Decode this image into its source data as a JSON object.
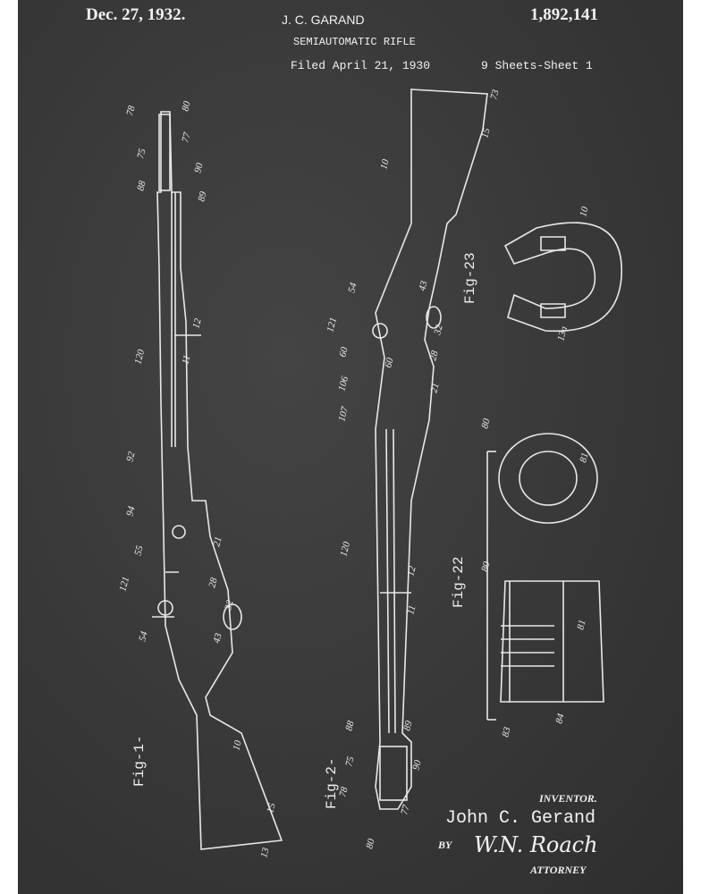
{
  "header": {
    "date": "Dec. 27, 1932.",
    "inventor_name": "J. C. GARAND",
    "patent_number": "1,892,141",
    "title": "SEMIAUTOMATIC RIFLE",
    "filed": "Filed April 21, 1930",
    "sheets": "9 Sheets-Sheet  1"
  },
  "figures": {
    "fig1": "Fig-1-",
    "fig2": "Fig-2-",
    "fig22": "Fig-22",
    "fig23": "Fig-23"
  },
  "reference_numerals": {
    "fig1": [
      "78",
      "80",
      "77",
      "75",
      "90",
      "88",
      "89",
      "12",
      "11",
      "120",
      "92",
      "94",
      "55",
      "21",
      "28",
      "121",
      "32",
      "54",
      "43",
      "10",
      "15",
      "13"
    ],
    "fig2": [
      "73",
      "15",
      "10",
      "54",
      "43",
      "121",
      "32",
      "60",
      "28",
      "60",
      "106",
      "21",
      "107",
      "120",
      "12",
      "11",
      "88",
      "89",
      "90",
      "75",
      "78",
      "77",
      "80"
    ],
    "fig23": [
      "10",
      "13a"
    ],
    "fig22": [
      "80",
      "81",
      "80",
      "81",
      "83",
      "84"
    ]
  },
  "signature": {
    "inventor_label": "INVENTOR.",
    "inventor": "John C. Gerand",
    "by": "BY",
    "attorney_signature": "W.N. Roach",
    "attorney_label": "ATTORNEY"
  },
  "colors": {
    "board": "#383838",
    "chalk": "#eeeeee"
  }
}
